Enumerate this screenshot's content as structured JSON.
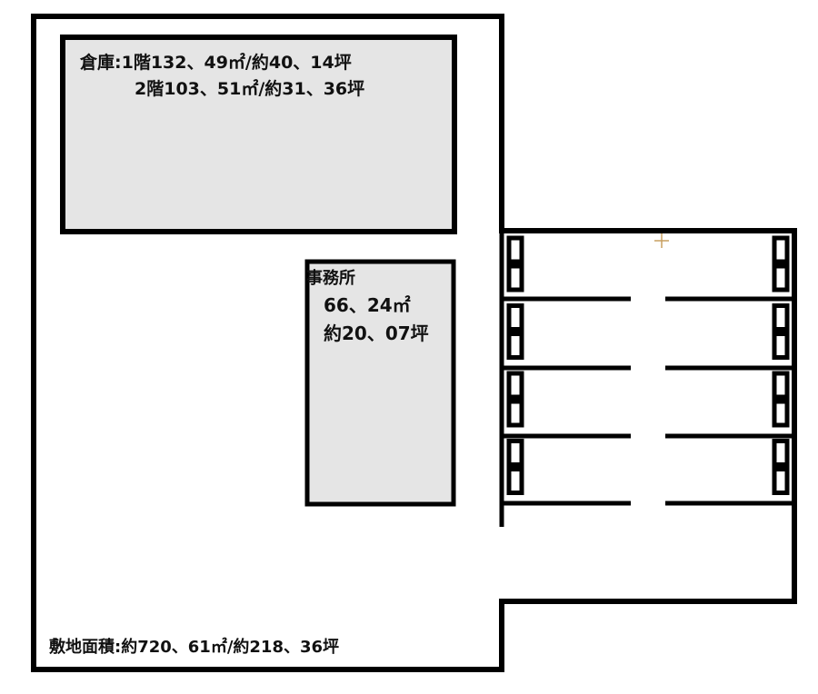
{
  "warehouse": {
    "line1": "倉庫:1階132、49㎡/約40、14坪",
    "line2": "2階103、51㎡/約31、36坪",
    "fill": "#e5e5e5"
  },
  "office": {
    "name": "事務所",
    "area_m2": "66、24㎡",
    "area_tsubo": "約20、07坪",
    "fill": "#e5e5e5"
  },
  "site": {
    "area": "敷地面積:約720、61㎡/約218、36坪"
  },
  "parking": {
    "rows": 4,
    "markers_per_side_per_row": 2
  },
  "colors": {
    "line": "#000000",
    "background": "#ffffff",
    "crosshair": "#c8a060"
  }
}
